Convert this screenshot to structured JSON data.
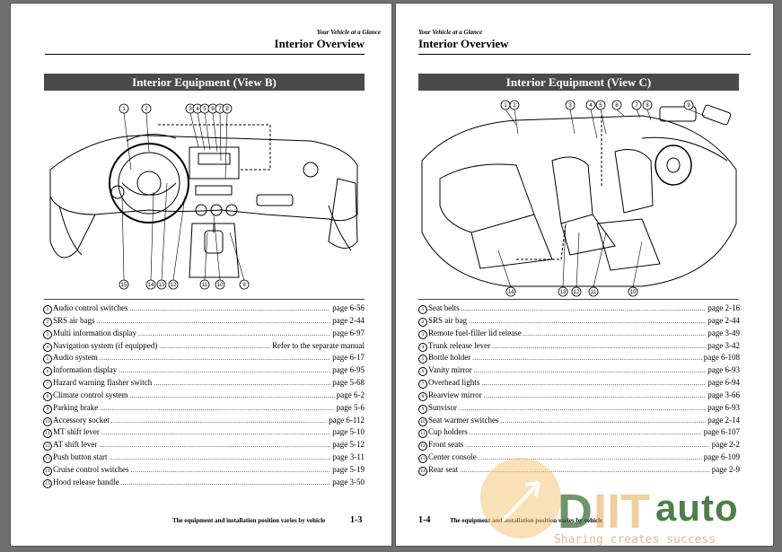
{
  "left_page": {
    "running_head": "Your Vehicle at a Glance",
    "title": "Interior Overview",
    "section": "Interior Equipment (View B)",
    "items": [
      {
        "n": "1",
        "label": "Audio control switches",
        "ref": "page 6-56"
      },
      {
        "n": "2",
        "label": "SRS air bags",
        "ref": "page 2-44"
      },
      {
        "n": "3",
        "label": "Multi information display",
        "ref": "page 6-97"
      },
      {
        "n": "4",
        "label": "Navigation system (if equipped)",
        "ref": "Refer to the separate manual"
      },
      {
        "n": "5",
        "label": "Audio system",
        "ref": "page 6-17"
      },
      {
        "n": "6",
        "label": "Information display",
        "ref": "page 6-95"
      },
      {
        "n": "7",
        "label": "Hazard warning flasher switch",
        "ref": "page 5-68"
      },
      {
        "n": "8",
        "label": "Climate control system",
        "ref": "page 6-2"
      },
      {
        "n": "9",
        "label": "Parking brake",
        "ref": "page 5-6"
      },
      {
        "n": "10",
        "label": "Accessory socket",
        "ref": "page 6-112"
      },
      {
        "n": "11",
        "label": "MT shift lever",
        "ref": "page 5-10"
      },
      {
        "n": "12",
        "label": "AT shift lever",
        "ref": "page 5-12"
      },
      {
        "n": "13",
        "label": "Push button start",
        "ref": "page 3-11"
      },
      {
        "n": "14",
        "label": "Cruise control switches",
        "ref": "page 5-19"
      },
      {
        "n": "15",
        "label": "Hood release handle",
        "ref": "page 3-50"
      }
    ],
    "footer_note": "The equipment and installation position varies by vehicle",
    "page_number": "1-3"
  },
  "right_page": {
    "running_head": "Your Vehicle at a Glance",
    "title": "Interior Overview",
    "section": "Interior Equipment (View C)",
    "items": [
      {
        "n": "1",
        "label": "Seat belts",
        "ref": "page 2-16"
      },
      {
        "n": "2",
        "label": "SRS air bag",
        "ref": "page 2-44"
      },
      {
        "n": "3",
        "label": "Remote fuel-filler lid release",
        "ref": "page 3-49"
      },
      {
        "n": "4",
        "label": "Trunk release lever",
        "ref": "page 3-42"
      },
      {
        "n": "5",
        "label": "Bottle holder",
        "ref": "page 6-108"
      },
      {
        "n": "6",
        "label": "Vanity mirror",
        "ref": "page 6-93"
      },
      {
        "n": "7",
        "label": "Overhead lights",
        "ref": "page 6-94"
      },
      {
        "n": "8",
        "label": "Rearview mirror",
        "ref": "page 3-66"
      },
      {
        "n": "9",
        "label": "Sunvisor",
        "ref": "page 6-93"
      },
      {
        "n": "10",
        "label": "Seat warmer switches",
        "ref": "page 2-14"
      },
      {
        "n": "11",
        "label": "Cup holders",
        "ref": "page 6-107"
      },
      {
        "n": "12",
        "label": "Front seats",
        "ref": "page 2-2"
      },
      {
        "n": "13",
        "label": "Center console",
        "ref": "page 6-109"
      },
      {
        "n": "14",
        "label": "Rear seat",
        "ref": "page 2-9"
      }
    ],
    "footer_note": "The equipment and installation position varies by vehicle",
    "page_number": "1-4"
  },
  "diagram_b_callouts": [
    "1",
    "2",
    "3",
    "4",
    "5",
    "6",
    "7",
    "8",
    "9",
    "10",
    "11",
    "12",
    "13",
    "14",
    "15"
  ],
  "diagram_c_callouts": [
    "1",
    "2",
    "3",
    "4",
    "5",
    "6",
    "7",
    "8",
    "9",
    "10",
    "11",
    "12",
    "13",
    "14"
  ],
  "watermark": {
    "brand": "auto",
    "tagline": "Sharing creates success"
  }
}
